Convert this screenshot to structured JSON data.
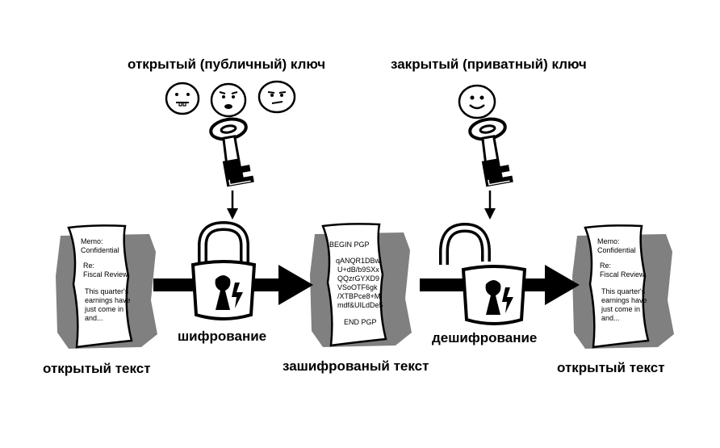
{
  "labels": {
    "public_key": "открытый (публичный) ключ",
    "private_key": "закрытый (приватный) ключ",
    "encryption": "шифрование",
    "decryption": "дешифрование",
    "plaintext_left": "открытый текст",
    "ciphertext": "зашифрованый текст",
    "plaintext_right": "открытый текст"
  },
  "plaintext_doc": {
    "memo": "Memo:",
    "confidential": "Confidential",
    "re": "Re:",
    "subject": "Fiscal Review",
    "body": [
      "This quarter's",
      "earnings have",
      "just come in",
      "and..."
    ]
  },
  "cipher_doc": {
    "begin": "BEGIN PGP",
    "lines": [
      "qANQR1DBw",
      "U+dB/b9SXx",
      "QQzrGYXD9",
      "VSoOTF6gk",
      "/XTBPce8+M",
      "mdf&UILdDe5"
    ],
    "end": "END PGP"
  },
  "icons": [
    "smiley-face-icon",
    "key-icon",
    "padlock-icon",
    "arrow-icon",
    "document-icon"
  ],
  "colors": {
    "ink": "#000000",
    "shadow": "#808080",
    "paper": "#ffffff"
  }
}
